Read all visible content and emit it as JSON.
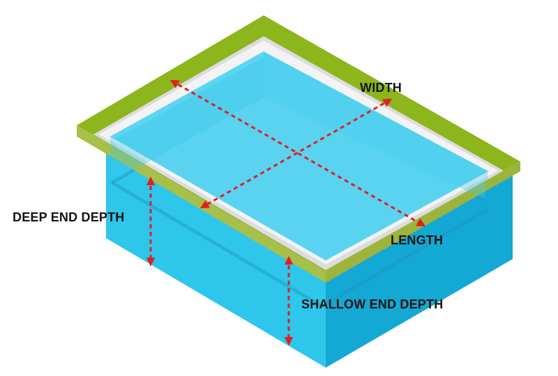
{
  "labels": {
    "width": "WIDTH",
    "length": "LENGTH",
    "deep_end_depth": "DEEP END DEPTH",
    "shallow_end_depth": "SHALLOW END DEPTH"
  },
  "colors": {
    "grass_top": "#8db51c",
    "grass_side": "#a9c04e",
    "coping": "#e9e9ec",
    "water_surface": "#5ad3f0",
    "water_left_face": "#2fc6ec",
    "water_right_face": "#16a9d6",
    "measure_arrow": "#e02020"
  }
}
